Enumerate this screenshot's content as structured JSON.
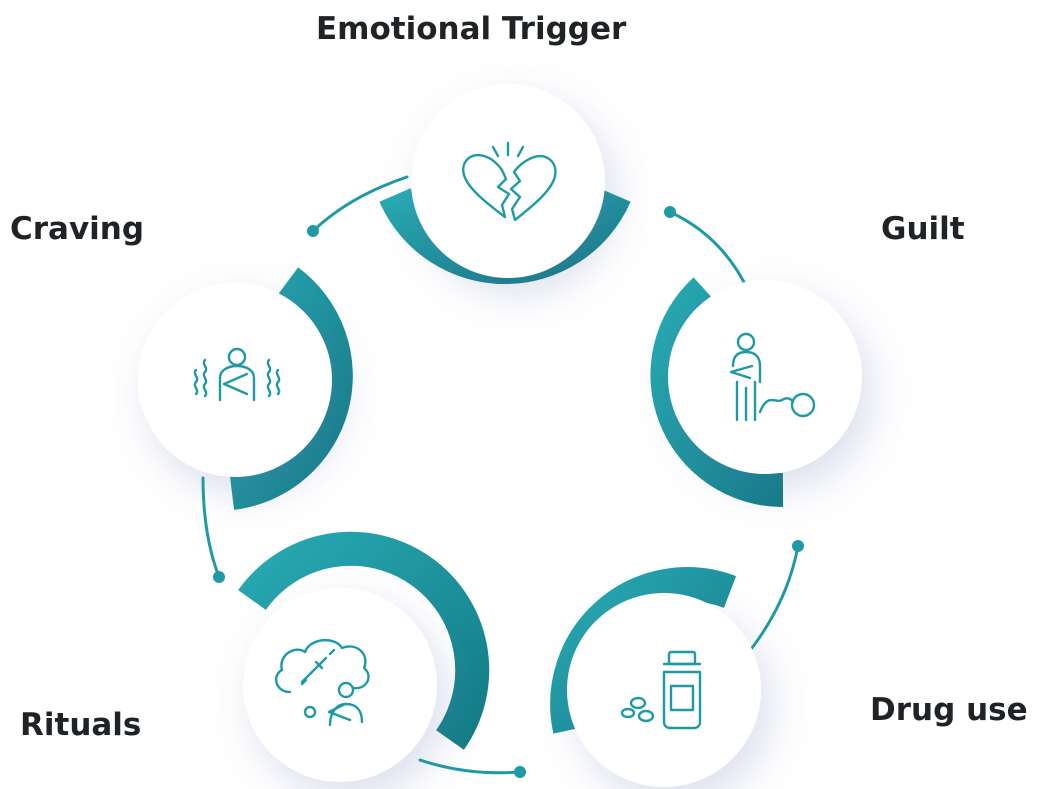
{
  "diagram": {
    "type": "cycle",
    "colors": {
      "accent": "#1e9aa6",
      "accent_dark": "#167f89",
      "node_fill": "#ffffff",
      "text": "#1f2326"
    },
    "steps": [
      {
        "id": "emotional-trigger",
        "label": "Emotional Trigger",
        "icon": "broken-heart-icon"
      },
      {
        "id": "guilt",
        "label": "Guilt",
        "icon": "ball-and-chain-icon"
      },
      {
        "id": "drug-use",
        "label": "Drug use",
        "icon": "pill-bottle-icon"
      },
      {
        "id": "rituals",
        "label": "Rituals",
        "icon": "thought-syringe-icon"
      },
      {
        "id": "craving",
        "label": "Craving",
        "icon": "shaking-person-icon"
      }
    ]
  }
}
